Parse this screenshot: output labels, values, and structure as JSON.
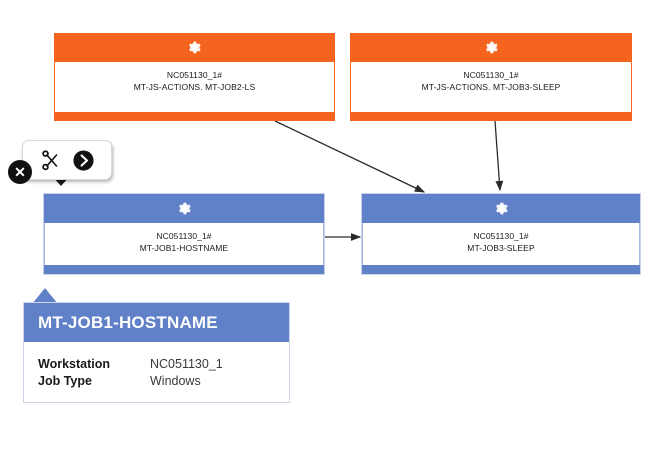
{
  "diagram": {
    "nodes": [
      {
        "id": "js-job2",
        "kind": "job-stream",
        "color": "#f4641e",
        "icon": "gear-icon",
        "line1": "NC051130_1#",
        "line2": "MT-JS-ACTIONS. MT-JOB2-LS"
      },
      {
        "id": "js-job3",
        "kind": "job-stream",
        "color": "#f4641e",
        "icon": "gear-icon",
        "line1": "NC051130_1#",
        "line2": "MT-JS-ACTIONS. MT-JOB3-SLEEP"
      },
      {
        "id": "job1-hostname",
        "kind": "job",
        "color": "#6080c8",
        "icon": "gear-icon",
        "line1": "NC051130_1#",
        "line2": "MT-JOB1-HOSTNAME"
      },
      {
        "id": "job3-sleep",
        "kind": "job",
        "color": "#6080c8",
        "icon": "gear-icon",
        "line1": "NC051130_1#",
        "line2": "MT-JOB3-SLEEP"
      }
    ],
    "connectors": [
      {
        "id": "js-job2-to-job3-sleep",
        "from": "js-job2",
        "to": "job3-sleep",
        "style": "diagonal-arrow"
      },
      {
        "id": "js-job3-to-job3-sleep",
        "from": "js-job3",
        "to": "job3-sleep",
        "style": "vertical-arrow"
      },
      {
        "id": "job1-to-job3-sleep",
        "from": "job1-hostname",
        "to": "job3-sleep",
        "style": "horizontal-arrow"
      }
    ]
  },
  "context_toolbar": {
    "cut_icon": "scissors-icon",
    "run_icon": "chevron-right-circle-icon",
    "delete_icon": "close-circle-icon"
  },
  "tooltip": {
    "title": "MT-JOB1-HOSTNAME",
    "rows": [
      {
        "label": "Workstation",
        "value": "NC051130_1"
      },
      {
        "label": "Job Type",
        "value": "Windows"
      }
    ]
  }
}
